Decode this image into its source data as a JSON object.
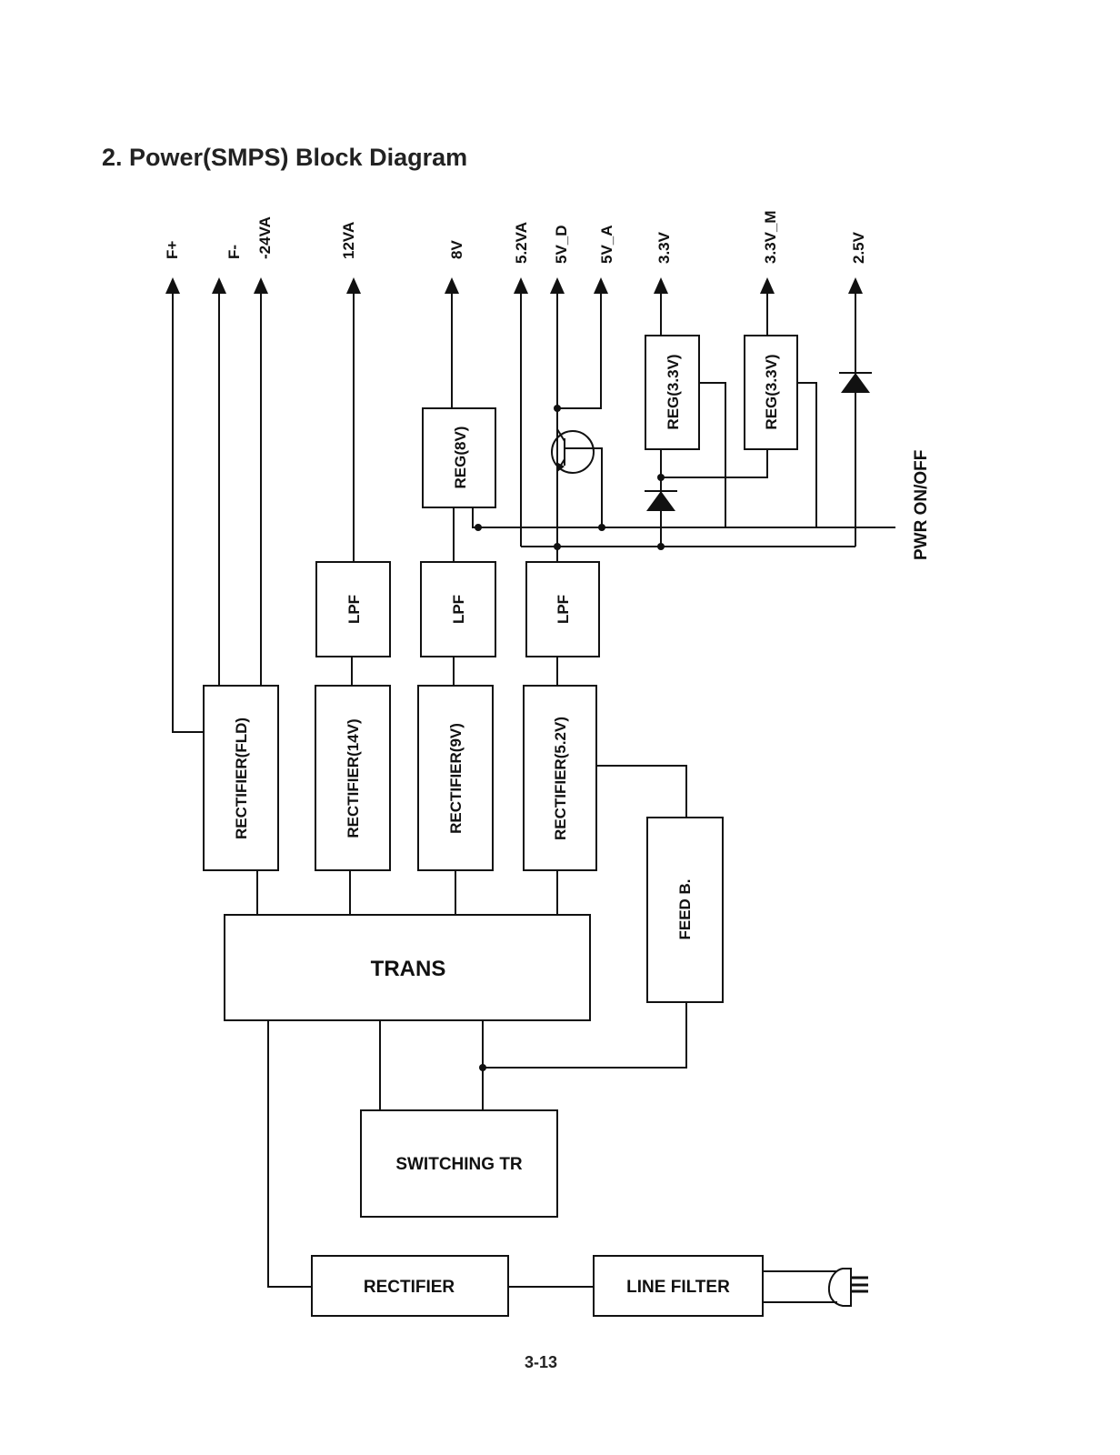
{
  "header": {
    "title": "2. Power(SMPS) Block Diagram"
  },
  "footer": {
    "page_number": "3-13"
  },
  "diagram": {
    "outputs": {
      "f_plus": "F+",
      "f_minus": "F-",
      "v_neg24va": "-24VA",
      "v_12va": "12VA",
      "v_8v": "8V",
      "v_5_2va": "5.2VA",
      "v_5v_d": "5V_D",
      "v_5v_a": "5V_A",
      "v_3_3v": "3.3V",
      "v_3_3v_m": "3.3V_M",
      "v_2_5v": "2.5V"
    },
    "blocks": {
      "reg_8v": "REG(8V)",
      "reg_3_3v_a": "REG(3.3V)",
      "reg_3_3v_b": "REG(3.3V)",
      "lpf_a": "LPF",
      "lpf_b": "LPF",
      "lpf_c": "LPF",
      "rect_fld": "RECTIFIER(FLD)",
      "rect_14v": "RECTIFIER(14V)",
      "rect_9v": "RECTIFIER(9V)",
      "rect_5_2v": "RECTIFIER(5.2V)",
      "feed_b": "FEED B.",
      "trans": "TRANS",
      "switching_tr": "SWITCHING TR",
      "rectifier": "RECTIFIER",
      "line_filter": "LINE FILTER"
    },
    "signals": {
      "pwr_on_off": "PWR ON/OFF"
    }
  }
}
